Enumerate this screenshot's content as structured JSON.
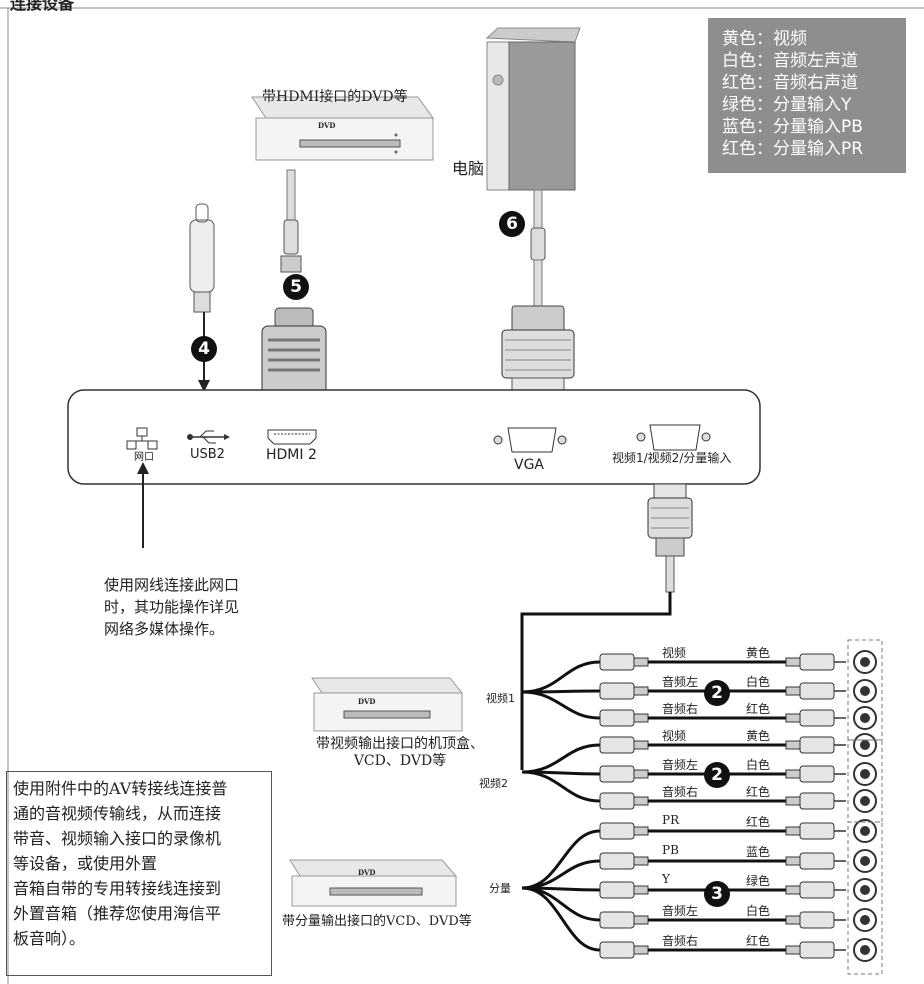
{
  "header_title": "连接设备",
  "legend": [
    "黄色：视频",
    "白色：音频左声道",
    "红色：音频右声道",
    "绿色：分量输入Y",
    "蓝色：分量输入PB",
    "红色：分量输入PR"
  ],
  "devices": {
    "hdmi_dvd": "带HDMI接口的DVD等",
    "pc": "电脑",
    "dvd_text": "DVD",
    "stb": "带视频输出接口的机顶盒、\nVCD、DVD等",
    "component_dvd": "带分量输出接口的VCD、DVD等"
  },
  "ports": {
    "lan": "网口",
    "usb": "USB2",
    "hdmi": "HDMI 2",
    "vga": "VGA",
    "av_component": "视频1/视频2/分量输入"
  },
  "lan_note": [
    "使用网线连接此网口",
    "时，其功能操作详见",
    "网络多媒体操作。"
  ],
  "groups": [
    "视频1",
    "视频2",
    "分量"
  ],
  "numbers": [
    "2",
    "2",
    "3",
    "4",
    "5",
    "6"
  ],
  "cables": {
    "video1": [
      {
        "left": "视频",
        "right": "黄色"
      },
      {
        "left": "音频左",
        "right": "白色"
      },
      {
        "left": "音频右",
        "right": "红色"
      }
    ],
    "video2": [
      {
        "left": "视频",
        "right": "黄色"
      },
      {
        "left": "音频左",
        "right": "白色"
      },
      {
        "left": "音频右",
        "right": "红色"
      }
    ],
    "component": [
      {
        "left": "PR",
        "right": "红色"
      },
      {
        "left": "PB",
        "right": "蓝色"
      },
      {
        "left": "Y",
        "right": "绿色"
      },
      {
        "left": "音频左",
        "right": "白色"
      },
      {
        "left": "音频右",
        "right": "红色"
      }
    ]
  },
  "note_box": [
    "使用附件中的AV转接线连接普",
    "通的音视频传输线，从而连接",
    "带音、视频输入接口的录像机",
    "等设备，或使用外置",
    "音箱自带的专用转接线连接到",
    "外置音箱（推荐您使用海信平",
    "板音响）。"
  ]
}
